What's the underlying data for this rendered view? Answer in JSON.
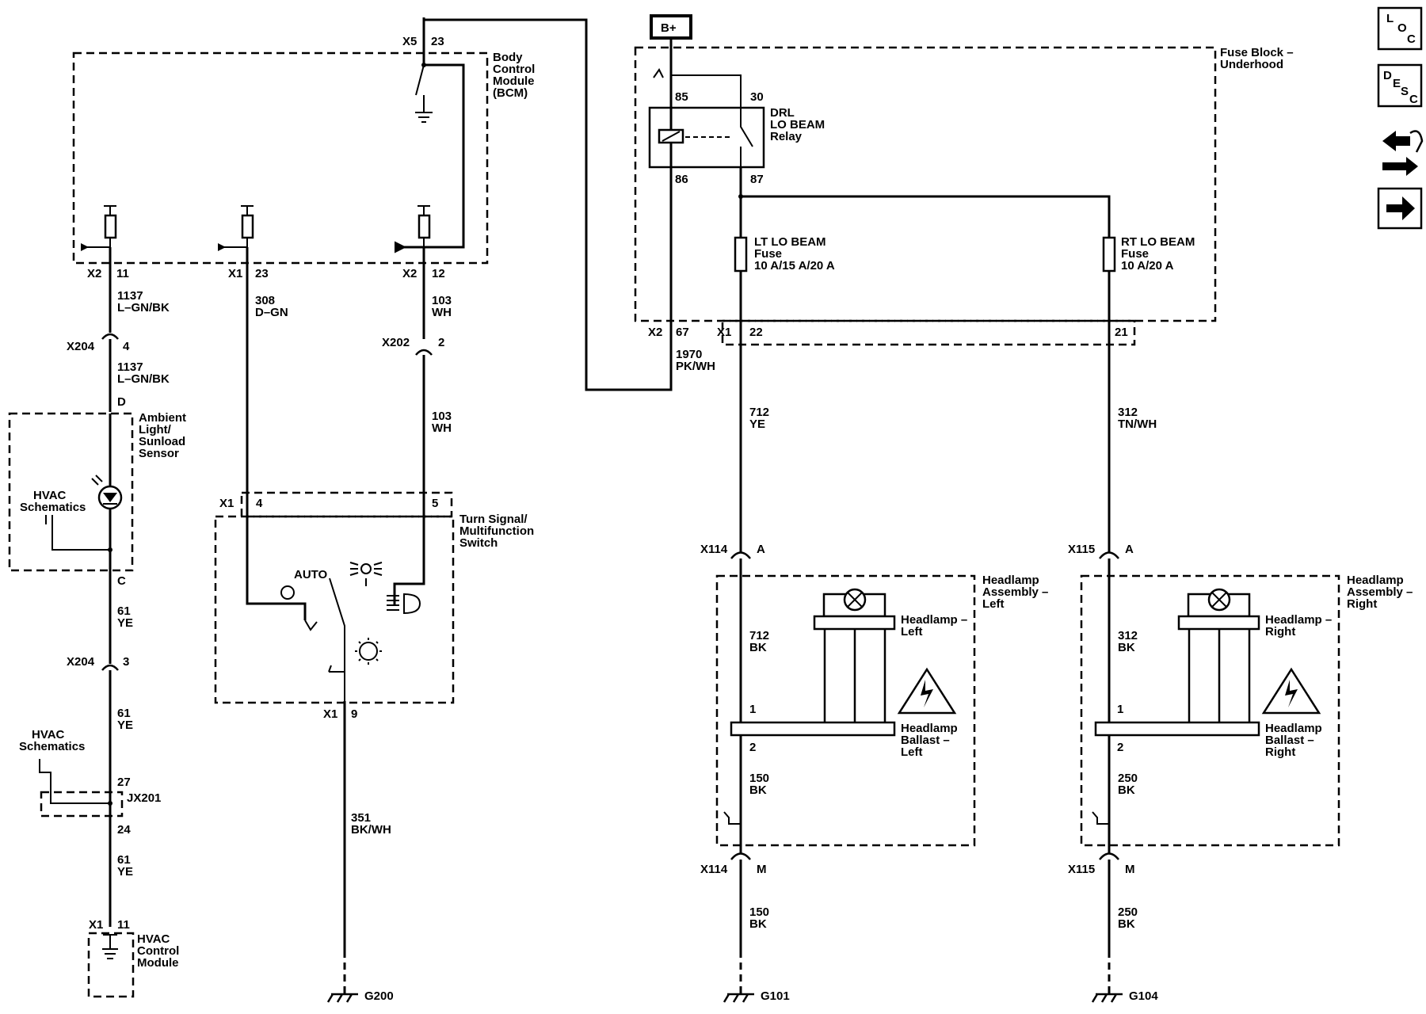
{
  "bplus": "B+",
  "nav": {
    "loc": {
      "l": "L",
      "o": "O",
      "c": "C"
    },
    "desc": {
      "d": "D",
      "e": "E",
      "s": "S",
      "c": "C"
    }
  },
  "components": {
    "bcm": [
      "Body",
      "Control",
      "Module",
      "(BCM)"
    ],
    "fuse_block": [
      "Fuse Block –",
      "Underhood"
    ],
    "drl_relay": [
      "DRL",
      "LO BEAM",
      "Relay"
    ],
    "lt_fuse": [
      "LT LO BEAM",
      "Fuse",
      "10 A/15 A/20 A"
    ],
    "rt_fuse": [
      "RT LO BEAM",
      "Fuse",
      "10 A/20 A"
    ],
    "ambient": [
      "Ambient",
      "Light/",
      "Sunload",
      "Sensor"
    ],
    "hvac_schem_1": [
      "HVAC",
      "Schematics"
    ],
    "hvac_schem_2": [
      "HVAC",
      "Schematics"
    ],
    "hvac_module": [
      "HVAC",
      "Control",
      "Module"
    ],
    "turn_switch": [
      "Turn Signal/",
      "Multifunction",
      "Switch"
    ],
    "auto": "AUTO",
    "hl_assy_left": [
      "Headlamp",
      "Assembly –",
      "Left"
    ],
    "hl_assy_right": [
      "Headlamp",
      "Assembly –",
      "Right"
    ],
    "hl_left": [
      "Headlamp –",
      "Left"
    ],
    "hl_right": [
      "Headlamp –",
      "Right"
    ],
    "ballast_left": [
      "Headlamp",
      "Ballast –",
      "Left"
    ],
    "ballast_right": [
      "Headlamp",
      "Ballast –",
      "Right"
    ]
  },
  "connectors": {
    "x5": "X5",
    "x5_pin": "23",
    "x2_11": "X2",
    "pin_11": "11",
    "x1_23": "X1",
    "pin_23": "23",
    "x2_12": "X2",
    "pin_12": "12",
    "x204a": "X204",
    "x204a_pin": "4",
    "x202": "X202",
    "x202_pin": "2",
    "sensor_d": "D",
    "sensor_c": "C",
    "x204b": "X204",
    "x204b_pin": "3",
    "jx201": "JX201",
    "jx201_top": "27",
    "jx201_bot": "24",
    "x1_hvac": "X1",
    "x1_hvac_pin": "11",
    "x1_sw_l": "X1",
    "sw_pin_4": "4",
    "sw_pin_5": "5",
    "x1_sw_b": "X1",
    "sw_pin_9": "9",
    "relay_85": "85",
    "relay_30": "30",
    "relay_86": "86",
    "relay_87": "87",
    "x2_fb": "X2",
    "x2_fb_pin": "67",
    "x1_fb": "X1",
    "x1_fb_pin_22": "22",
    "x1_fb_pin_21": "21",
    "x114_top": "X114",
    "x114_top_pin": "A",
    "x115_top": "X115",
    "x115_top_pin": "A",
    "bal_l_1": "1",
    "bal_l_2": "2",
    "bal_r_1": "1",
    "bal_r_2": "2",
    "x114_bot": "X114",
    "x114_bot_pin": "M",
    "x115_bot": "X115",
    "x115_bot_pin": "M"
  },
  "wires": {
    "w1137a": [
      "1137",
      "L–GN/BK"
    ],
    "w1137b": [
      "1137",
      "L–GN/BK"
    ],
    "w308": [
      "308",
      "D–GN"
    ],
    "w103a": [
      "103",
      "WH"
    ],
    "w103b": [
      "103",
      "WH"
    ],
    "w61a": [
      "61",
      "YE"
    ],
    "w61b": [
      "61",
      "YE"
    ],
    "w61c": [
      "61",
      "YE"
    ],
    "w351": [
      "351",
      "BK/WH"
    ],
    "w1970": [
      "1970",
      "PK/WH"
    ],
    "w712a": [
      "712",
      "YE"
    ],
    "w312a": [
      "312",
      "TN/WH"
    ],
    "w712b": [
      "712",
      "BK"
    ],
    "w312b": [
      "312",
      "BK"
    ],
    "w150a": [
      "150",
      "BK"
    ],
    "w250a": [
      "250",
      "BK"
    ],
    "w150b": [
      "150",
      "BK"
    ],
    "w250b": [
      "250",
      "BK"
    ]
  },
  "grounds": {
    "g200": "G200",
    "g101": "G101",
    "g104": "G104"
  }
}
